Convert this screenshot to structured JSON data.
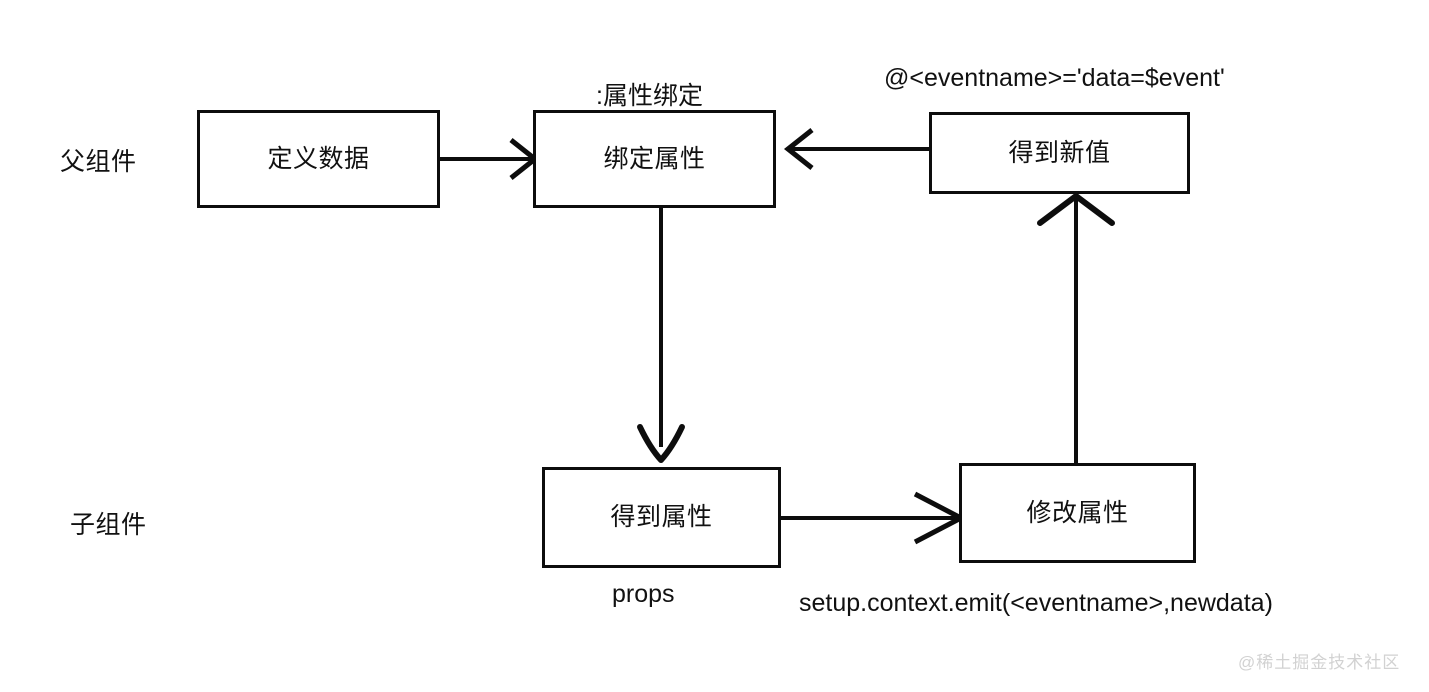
{
  "diagram": {
    "title": "Vue parent-child component data flow",
    "background_color": "#ffffff",
    "stroke_color": "#0d0d0d",
    "text_color": "#111111",
    "lanes": [
      {
        "id": "parent",
        "label": "父组件"
      },
      {
        "id": "child",
        "label": "子组件"
      }
    ],
    "nodes": [
      {
        "id": "define-data",
        "label": "定义数据",
        "lane": "parent"
      },
      {
        "id": "bind-prop",
        "label": "绑定属性",
        "lane": "parent"
      },
      {
        "id": "get-new-value",
        "label": "得到新值",
        "lane": "parent"
      },
      {
        "id": "receive-prop",
        "label": "得到属性",
        "lane": "child"
      },
      {
        "id": "modify-prop",
        "label": "修改属性",
        "lane": "child"
      }
    ],
    "edges": [
      {
        "id": "define-to-bind",
        "from": "define-data",
        "to": "bind-prop",
        "direction": "right",
        "label": ":属性绑定"
      },
      {
        "id": "bind-to-receive",
        "from": "bind-prop",
        "to": "receive-prop",
        "direction": "down",
        "label": "props"
      },
      {
        "id": "receive-to-modify",
        "from": "receive-prop",
        "to": "modify-prop",
        "direction": "right",
        "label": "setup.context.emit(<eventname>,newdata)"
      },
      {
        "id": "modify-to-newvalue",
        "from": "modify-prop",
        "to": "get-new-value",
        "direction": "up",
        "label": ""
      },
      {
        "id": "newvalue-to-bind",
        "from": "get-new-value",
        "to": "bind-prop",
        "direction": "left",
        "label": "@<eventname>='data=$event'"
      }
    ],
    "annotations": {
      "prop_binding": ":属性绑定",
      "event_binding": "@<eventname>='data=$event'",
      "props": "props",
      "emit_call": "setup.context.emit(<eventname>,newdata)"
    },
    "watermark": "@稀土掘金技术社区"
  }
}
